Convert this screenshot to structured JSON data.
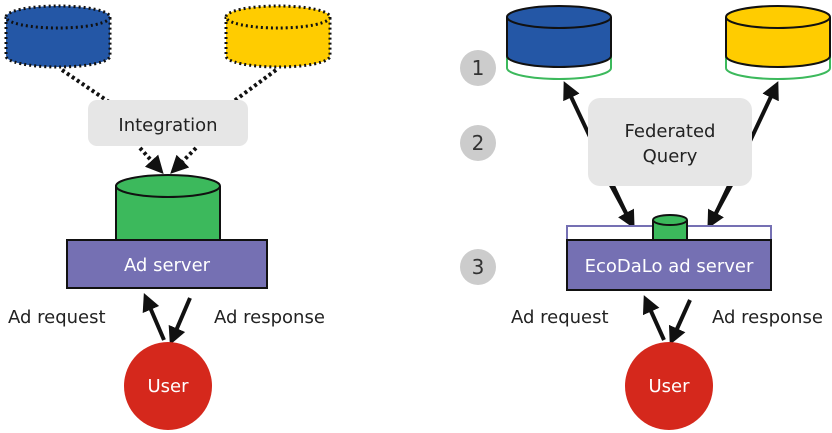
{
  "left": {
    "integration": "Integration",
    "ad_server": "Ad server",
    "ad_request": "Ad request",
    "ad_response": "Ad response",
    "user": "User"
  },
  "right": {
    "federated_line1": "Federated",
    "federated_line2": "Query",
    "ad_server": "EcoDaLo ad server",
    "ad_request": "Ad request",
    "ad_response": "Ad response",
    "user": "User",
    "steps": [
      "1",
      "2",
      "3"
    ]
  },
  "colors": {
    "blue": "#2457a6",
    "yellow": "#ffcc00",
    "green": "#3cb95c",
    "purple": "#7570b3",
    "red": "#d5281c",
    "grey_box": "#e6e6e6",
    "step_badge": "#cccccc"
  }
}
